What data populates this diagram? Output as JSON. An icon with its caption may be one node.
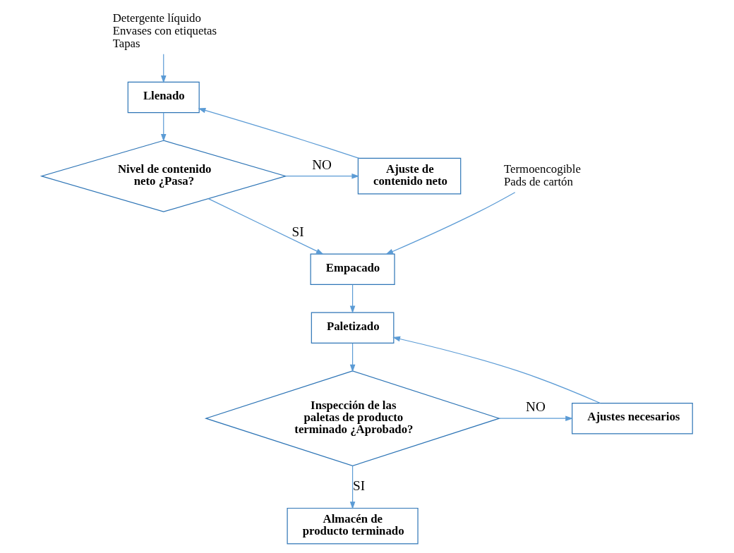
{
  "diagram": {
    "nodes": [
      {
        "text": [
          "Detergente líquido",
          "Envases con etiquetas",
          "Tapas"
        ]
      },
      {
        "text": [
          "Llenado"
        ]
      },
      {
        "text": [
          "Nivel de contenido neto ¿Pasa?"
        ]
      },
      {
        "text": [
          "Ajuste de contenido neto"
        ]
      },
      {
        "text": [
          "Termoencogible",
          "Pads de cartón"
        ]
      },
      {
        "text": [
          "Empacado"
        ]
      },
      {
        "text": [
          "Paletizado"
        ]
      },
      {
        "text": [
          "Inspección de las paletas de producto terminado ¿Aprobado?"
        ]
      },
      {
        "text": [
          "Ajustes necesarios"
        ]
      },
      {
        "text": [
          "Almacén de producto terminado"
        ]
      }
    ],
    "edges": [
      {
        "from": 0,
        "to": 1,
        "arrow": "to"
      },
      {
        "from": 1,
        "to": 2,
        "arrow": "to"
      },
      {
        "from": 2,
        "to": 3,
        "arrow": "to",
        "label": "NO"
      },
      {
        "from": 3,
        "to": 1,
        "arrow": "to"
      },
      {
        "from": 2,
        "to": 5,
        "arrow": "to",
        "label": "SI"
      },
      {
        "from": 4,
        "to": 5,
        "arrow": "to"
      },
      {
        "from": 5,
        "to": 6,
        "arrow": "to"
      },
      {
        "from": 6,
        "to": 7,
        "arrow": "to"
      },
      {
        "from": 7,
        "to": 8,
        "arrow": "to",
        "label": "NO"
      },
      {
        "from": 8,
        "to": 6,
        "arrow": "to"
      },
      {
        "from": 7,
        "to": 9,
        "arrow": "to",
        "label": "SI"
      }
    ]
  }
}
